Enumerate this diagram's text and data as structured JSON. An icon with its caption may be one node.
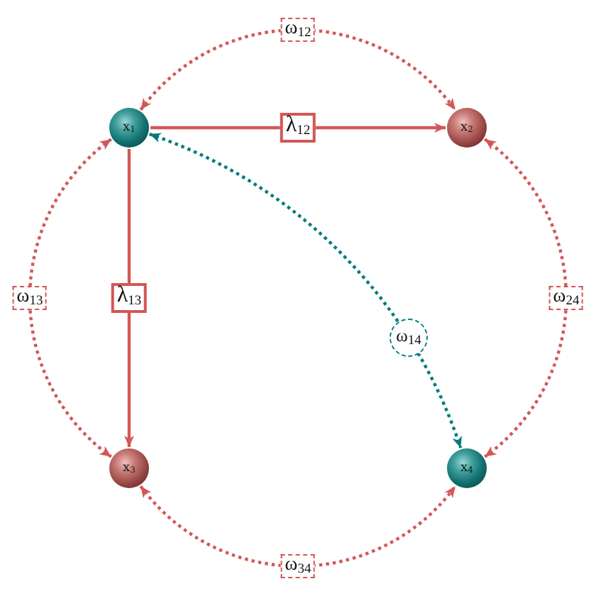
{
  "diagram": {
    "nodes": [
      {
        "text": [
          "x$_{1}$"
        ]
      },
      {
        "text": [
          "x$_{2}$"
        ]
      },
      {
        "text": [
          "x$_{3}$"
        ]
      },
      {
        "text": [
          "x$_{4}$"
        ]
      }
    ],
    "edges": [
      {
        "from": 0,
        "to": 1,
        "arrow": "to",
        "label": "λ$_{12}$"
      },
      {
        "from": 0,
        "to": 2,
        "arrow": "to",
        "label": "λ$_{13}$"
      },
      {
        "from": 0,
        "to": 1,
        "arrow": "both",
        "label": "ω$_{12}$",
        "style": "dashed"
      },
      {
        "from": 0,
        "to": 2,
        "arrow": "both",
        "label": "ω$_{13}$",
        "style": "dashed"
      },
      {
        "from": 1,
        "to": 3,
        "arrow": "both",
        "label": "ω$_{24}$",
        "style": "dashed"
      },
      {
        "from": 2,
        "to": 3,
        "arrow": "both",
        "label": "ω$_{34}$",
        "style": "dashed"
      },
      {
        "from": 0,
        "to": 3,
        "arrow": "both",
        "label": "ω$_{14}$",
        "style": "dashed",
        "color": "#007b7b"
      }
    ]
  }
}
